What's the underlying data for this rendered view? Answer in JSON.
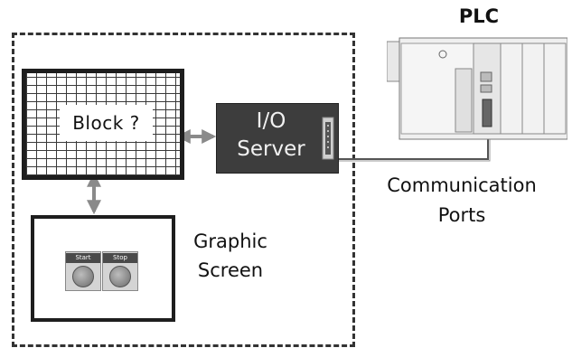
{
  "block": {
    "label": "Block ?"
  },
  "io_server": {
    "line1": "I/O",
    "line2": "Server"
  },
  "graphic_screen": {
    "label_line1": "Graphic",
    "label_line2": "Screen",
    "buttons": [
      {
        "label": "Start"
      },
      {
        "label": "Stop"
      }
    ]
  },
  "plc": {
    "label": "PLC"
  },
  "communication": {
    "line1": "Communication",
    "line2": "Ports"
  },
  "colors": {
    "server_fill": "#3d3d3d",
    "arrow": "#8a8a8a",
    "outline": "#1e1e1e"
  }
}
